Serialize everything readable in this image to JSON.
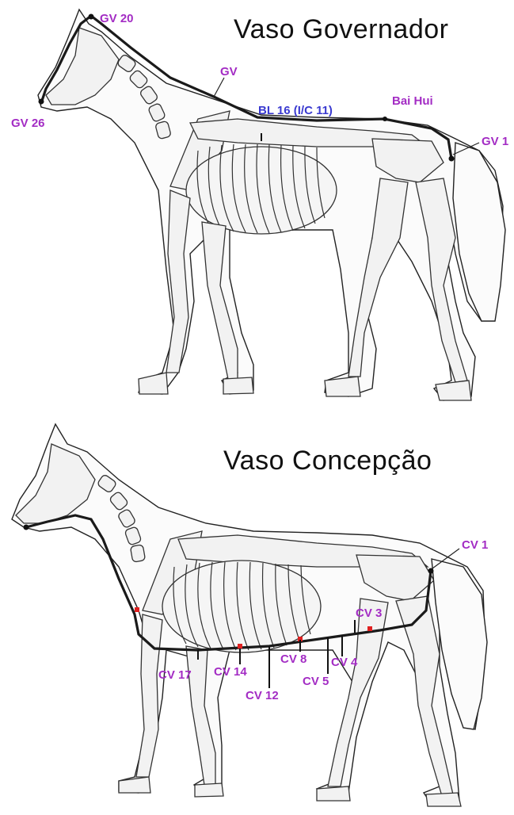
{
  "top": {
    "title": "Vaso Governador",
    "labels": {
      "gv20": "GV 20",
      "gv26": "GV 26",
      "gv_partial": "GV",
      "bl16": "BL 16 (I/C 11)",
      "baihui": "Bai Hui",
      "gv1": "GV 1"
    }
  },
  "bottom": {
    "title": "Vaso Concepção",
    "labels": {
      "cv1": "CV 1",
      "cv3": "CV 3",
      "cv4": "CV 4",
      "cv5": "CV 5",
      "cv8": "CV 8",
      "cv12": "CV 12",
      "cv14": "CV 14",
      "cv17": "CV 17"
    }
  },
  "colors": {
    "label": "#a32cc4",
    "label_bl": "#3a3ad0",
    "point_red": "#e02020",
    "meridian": "#1a1a1a"
  }
}
